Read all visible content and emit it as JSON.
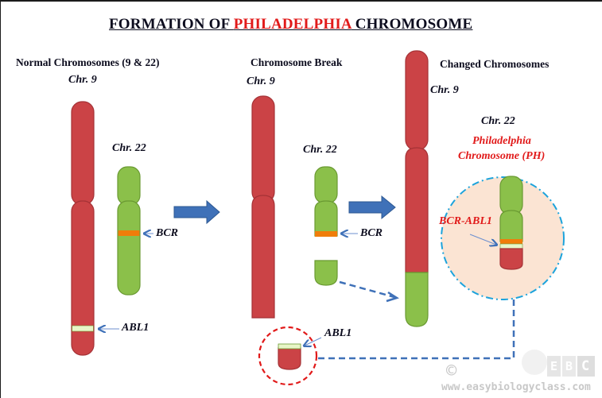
{
  "title": {
    "prefix": "FORMATION OF ",
    "highlight": "PHILADELPHIA",
    "suffix": " CHROMOSOME"
  },
  "colors": {
    "chr9": "#cb4346",
    "chr9_border": "#a53236",
    "chr22": "#8bc04a",
    "chr22_border": "#6a9a32",
    "bcr_band": "#f07d0a",
    "abl1_band": "#e8f6c8",
    "arrow": "#3f71b8",
    "highlight_red": "#e11a1a",
    "ph_circle_fill": "#fbe4d3",
    "ph_circle_border": "#1ca3dc"
  },
  "panels": {
    "normal": {
      "heading": "Normal Chromosomes (9 & 22)",
      "chr9_label": "Chr. 9",
      "chr22_label": "Chr. 22",
      "bcr_label": "BCR",
      "abl1_label": "ABL1"
    },
    "break": {
      "heading": "Chromosome Break",
      "chr9_label": "Chr. 9",
      "chr22_label": "Chr. 22",
      "bcr_label": "BCR",
      "abl1_label": "ABL1"
    },
    "changed": {
      "heading": "Changed Chromosomes",
      "chr9_label": "Chr. 9",
      "chr22_label": "Chr. 22",
      "ph_label_line1": "Philadelphia",
      "ph_label_line2": "Chromosome (PH)",
      "fusion_label": "BCR-ABL1"
    }
  },
  "watermark": {
    "copyright": "©",
    "logo": [
      "E",
      "B",
      "C"
    ],
    "url": "www.easybiologyclass.com"
  }
}
